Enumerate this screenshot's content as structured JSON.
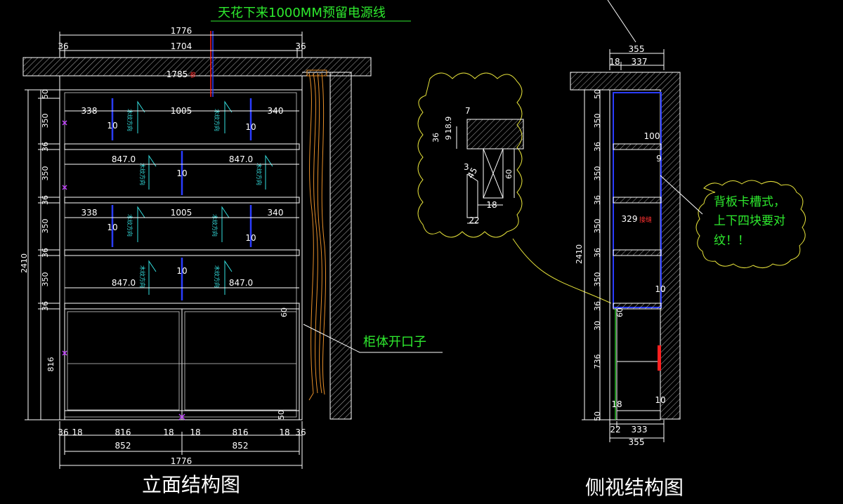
{
  "annotations": {
    "ceiling_power": "天花下来1000MM预留电源线",
    "cabinet_opening": "柜体开口子",
    "back_panel_line1": "背板卡槽式，",
    "back_panel_line2": "上下四块要对",
    "back_panel_line3": "纹！！"
  },
  "titles": {
    "front": "立面结构图",
    "side": "侧视结构图"
  },
  "front": {
    "top_total": "1776",
    "top_left": "36",
    "top_mid": "1704",
    "top_right": "36",
    "ceiling_mark": "1785",
    "ceiling_mark_suffix": "参",
    "height_total": "2410",
    "heights": [
      "50",
      "350",
      "36",
      "350",
      "36",
      "350",
      "36",
      "350",
      "36",
      "816"
    ],
    "row1": [
      "338",
      "1005",
      "340"
    ],
    "row2": [
      "847.0",
      "847.0"
    ],
    "row3": [
      "338",
      "1005",
      "340"
    ],
    "row4": [
      "847.0",
      "847.0"
    ],
    "ten": "10",
    "sixty": "60",
    "fifty": "50",
    "bottom_row1": [
      "36",
      "18",
      "816",
      "18",
      "18",
      "816",
      "18",
      "36"
    ],
    "bottom_row2": [
      "852",
      "852"
    ],
    "bottom_total": "1776",
    "wood_grain": "木纹方向"
  },
  "detail": {
    "d7": "7",
    "d36": "36",
    "d9": "9",
    "d18_9": "18.9",
    "d3": "3",
    "d45": "45",
    "d60": "60",
    "d18": "18",
    "d22": "22"
  },
  "side": {
    "top_total": "355",
    "top_left": "18",
    "top_right": "337",
    "height_total": "2410",
    "heights": [
      "50",
      "350",
      "36",
      "350",
      "36",
      "350",
      "36",
      "350",
      "36",
      "30",
      "736",
      "50"
    ],
    "d100": "100",
    "d9": "9",
    "d329": "329",
    "red_mark": "接缝",
    "d10": "10",
    "d60": "60",
    "d18": "18",
    "bottom_left": "22",
    "bottom_right": "333",
    "bottom_total": "355"
  }
}
